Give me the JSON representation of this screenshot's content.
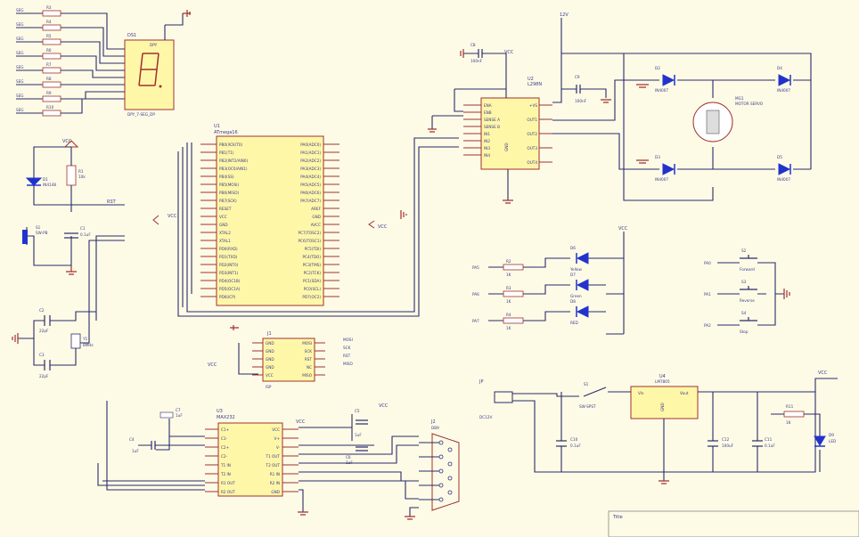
{
  "seg_in": [
    "SEG",
    "SEG",
    "SEG",
    "SEG",
    "SEG",
    "SEG",
    "SEG",
    "SEG"
  ],
  "seg_res": [
    "R3",
    "R4",
    "R5",
    "R6",
    "R7",
    "R8",
    "R9",
    "R10"
  ],
  "ds1": {
    "ref": "DS1",
    "part": "DPY",
    "name": "DPY_7-SEG_DP"
  },
  "u1": {
    "ref": "U1",
    "part": "ATmega16",
    "left_pins": [
      "PB0(XCK/T0)",
      "PB1(T1)",
      "PB2(INT2/AIN0)",
      "PB3(OC0/AIN1)",
      "PB4(SS)",
      "PB5(MOSI)",
      "PB6(MISO)",
      "PB7(SCK)",
      "RESET",
      "VCC",
      "GND",
      "XTAL2",
      "XTAL1",
      "PD0(RXD)",
      "PD1(TXD)",
      "PD2(INT0)",
      "PD3(INT1)",
      "PD4(OC1B)",
      "PD5(OC1A)",
      "PD6(ICP)"
    ],
    "right_pins": [
      "PA0(ADC0)",
      "PA1(ADC1)",
      "PA2(ADC2)",
      "PA3(ADC3)",
      "PA4(ADC4)",
      "PA5(ADC5)",
      "PA6(ADC6)",
      "PA7(ADC7)",
      "AREF",
      "GND",
      "AVCC",
      "PC7(TOSC2)",
      "PC6(TOSC1)",
      "PC5(TDI)",
      "PC4(TDO)",
      "PC3(TMS)",
      "PC2(TCK)",
      "PC1(SDA)",
      "PC0(SCL)",
      "PD7(OC2)"
    ]
  },
  "u2": {
    "ref": "U2",
    "part": "L298N",
    "left_pins": [
      "ENA",
      "ENB",
      "SENSE A",
      "SENSE B",
      "IN1",
      "IN2",
      "IN3",
      "IN4"
    ],
    "right_pins": [
      "+VS",
      "OUT1",
      "OUT2",
      "OUT3",
      "OUT4"
    ],
    "gnd_label": "GND"
  },
  "u3": {
    "ref": "U3",
    "part": "MAX232",
    "left_pins": [
      "C1+",
      "C1-",
      "C2+",
      "C2-",
      "T1 IN",
      "T2 IN",
      "R1 OUT",
      "R2 OUT"
    ],
    "right_pins": [
      "VCC",
      "V+",
      "V-",
      "T1 OUT",
      "T2 OUT",
      "R1 IN",
      "R2 IN",
      "GND"
    ]
  },
  "u4": {
    "ref": "U4",
    "part": "LM7805",
    "vin": "Vin",
    "vout": "Vout",
    "gnd": "GND"
  },
  "j1": {
    "ref": "J1",
    "name": "ISP",
    "left_pins": [
      "GND",
      "GND",
      "GND",
      "GND",
      "VCC"
    ],
    "right_pins": [
      "MOSI",
      "SCK",
      "RST",
      "NC",
      "MISO"
    ],
    "nets": [
      "MOSI",
      "SCK",
      "RST",
      "MISO"
    ]
  },
  "motor": {
    "ref": "MG1",
    "name": "MOTOR SERVO"
  },
  "bridge_diodes": [
    {
      "ref": "D2",
      "part": "IN4007"
    },
    {
      "ref": "D4",
      "part": "IN4007"
    },
    {
      "ref": "D3",
      "part": "IN4007"
    },
    {
      "ref": "D5",
      "part": "IN4007"
    }
  ],
  "leds": [
    {
      "net": "PA5",
      "res": "R2",
      "val": "1K",
      "ref": "D6",
      "color": "Yellow"
    },
    {
      "net": "PA6",
      "res": "R3",
      "val": "1K",
      "ref": "D7",
      "color": "Green"
    },
    {
      "net": "PA7",
      "res": "R4",
      "val": "1K",
      "ref": "D8",
      "color": "RED"
    }
  ],
  "buttons": [
    {
      "net": "PA0",
      "ref": "S2",
      "name": "Forward"
    },
    {
      "net": "PA1",
      "ref": "S3",
      "name": "Reverse"
    },
    {
      "net": "PA2",
      "ref": "S4",
      "name": "Stop"
    }
  ],
  "reset": {
    "diode": "D1",
    "diode_part": "IN4148",
    "res": "R1",
    "res_val": "10k",
    "sw": "S1",
    "sw_part": "SW-PB",
    "cap": "C1",
    "cap_val": "0.1uF",
    "net": "RST"
  },
  "xtal": {
    "c2": "C2",
    "c2_val": "22pF",
    "c3": "C3",
    "c3_val": "22pF",
    "y1": "Y1",
    "y1_val": "8MHz"
  },
  "power": {
    "jack": "JP",
    "jack_val": "DC12V",
    "sw": "S1",
    "sw_val": "SW-SPST",
    "c10": "C10",
    "c10_val": "0.1uF",
    "c12": "C12",
    "c12_val": "100uF",
    "c11": "C11",
    "c11_val": "0.1uF",
    "r": "R11",
    "r_val": "1K",
    "led": "D9",
    "led_val": "LED"
  },
  "caps": {
    "c4": "C4",
    "c5": "C5",
    "c6": "C6",
    "c7": "C7",
    "c8": "C8",
    "c9": "C9",
    "val_1u": "1uF",
    "val_100n": "100nF"
  },
  "db9": {
    "ref": "J2",
    "name": "DB9"
  },
  "nets": {
    "vcc": "VCC",
    "v12": "12V",
    "rst": "RST",
    "mosi": "MOSI",
    "miso": "MISO",
    "sck": "SCK"
  },
  "title_block": {
    "title": "Title"
  },
  "colors": {
    "background": "#fdfbe6",
    "wire": "#2a2a6a",
    "pin": "#a03030",
    "ic_fill": "#fff7a8",
    "diode": "#2233cc"
  }
}
